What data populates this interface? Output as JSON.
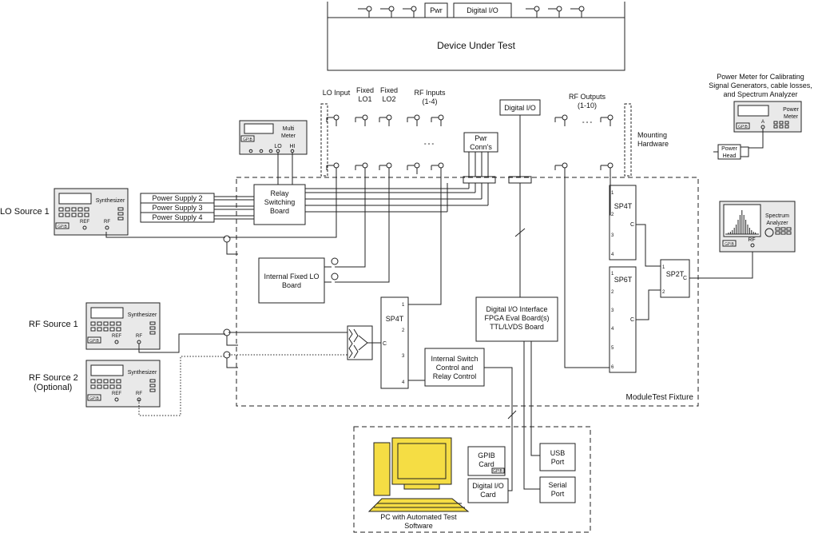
{
  "dut": {
    "title": "Device Under Test",
    "pwr": "Pwr",
    "digital_io": "Digital I/O"
  },
  "port_labels": {
    "lo_input": "LO Input",
    "fixed_lo1_a": "Fixed",
    "fixed_lo1_b": "LO1",
    "fixed_lo2_a": "Fixed",
    "fixed_lo2_b": "LO2",
    "rf_inputs_a": "RF Inputs",
    "rf_inputs_b": "(1-4)",
    "rf_outputs_a": "RF Outputs",
    "rf_outputs_b": "(1-10)",
    "ellipsis": "° ° °",
    "digital_io": "Digital I/O",
    "pwr_conns_a": "Pwr",
    "pwr_conns_b": "Conn's"
  },
  "mounting": {
    "line1": "Mounting",
    "line2": "Hardware"
  },
  "power_meter": {
    "caption1": "Power Meter for Calibrating",
    "caption2": "Signal Generators, cable losses,",
    "caption3": "and Spectrum Analyzer",
    "label_a": "Power",
    "label_b": "Meter",
    "gpib": "GPIB",
    "port": "A",
    "head_a": "Power",
    "head_b": "Head"
  },
  "multimeter": {
    "label_a": "Multi",
    "label_b": "Meter",
    "gpib": "GPIB",
    "lo": "LO",
    "hi": "HI"
  },
  "sources": {
    "lo1": "LO Source 1",
    "rf1": "RF Source 1",
    "rf2_a": "RF Source 2",
    "rf2_b": "(Optional)"
  },
  "synth": {
    "label": "Synthesizer",
    "gpib": "GPIB",
    "ref": "REF",
    "rf": "RF"
  },
  "supplies": [
    "Power Supply 2",
    "Power Supply 3",
    "Power Supply 4"
  ],
  "relay_board": {
    "l1": "Relay",
    "l2": "Switching",
    "l3": "Board"
  },
  "fixed_lo_board": {
    "l1": "Internal Fixed LO",
    "l2": "Board"
  },
  "sp4t_in": {
    "label": "SP4T",
    "c": "C",
    "ports": [
      "1",
      "2",
      "3",
      "4"
    ]
  },
  "digital_interface": {
    "l1": "Digital I/O Interface",
    "l2": "FPGA Eval Board(s)",
    "l3": "TTL/LVDS Board"
  },
  "switch_control": {
    "l1": "Internal Switch",
    "l2": "Control and",
    "l3": "Relay Control"
  },
  "sp4t_out": {
    "label": "SP4T",
    "c": "C",
    "ports": [
      "1",
      "2",
      "3",
      "4"
    ]
  },
  "sp6t_out": {
    "label": "SP6T",
    "c": "C",
    "ports": [
      "1",
      "2",
      "3",
      "4",
      "5",
      "6"
    ]
  },
  "sp2t": {
    "label": "SP2T",
    "c": "C",
    "ports": [
      "1",
      "2"
    ]
  },
  "spectrum": {
    "label_a": "Spectrum",
    "label_b": "Analyzer",
    "gpib": "GPIB",
    "rf": "RF"
  },
  "fixture_label": "ModuleTest Fixture",
  "pc": {
    "caption1": "PC with Automated Test",
    "caption2": "Software",
    "gpib_a": "GPIB",
    "gpib_b": "Card",
    "gpib_tag": "GPIB",
    "dio_a": "Digital I/O",
    "dio_b": "Card",
    "usb_a": "USB",
    "usb_b": "Port",
    "serial_a": "Serial",
    "serial_b": "Port"
  }
}
